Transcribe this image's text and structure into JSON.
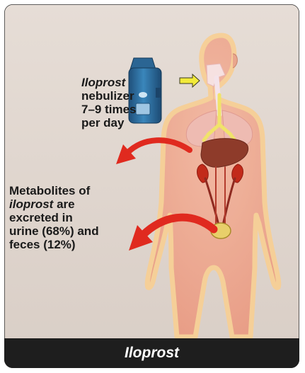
{
  "figure": {
    "dose_text": {
      "drug": "Iloprost",
      "line1": "nebulizer",
      "line2": "7–9 times",
      "line3": "per day"
    },
    "metabolism_text": {
      "line1": "Metabolites of",
      "drug": "iloprost",
      "line2_rest": " are",
      "line3": "excreted in",
      "line4": "urine (68%) and",
      "line5": "feces (12%)"
    },
    "footer_title": "Iloprost"
  },
  "colors": {
    "panel_background": "#e2d8d1",
    "footer_background": "#1e1e1e",
    "body_outline": "#f5c98a",
    "body_fill": "#eda78e",
    "arrow_red": "#e02a1f",
    "inhale_arrow": "#f2ea3a",
    "nebulizer_blue": "#2e6fa0"
  }
}
